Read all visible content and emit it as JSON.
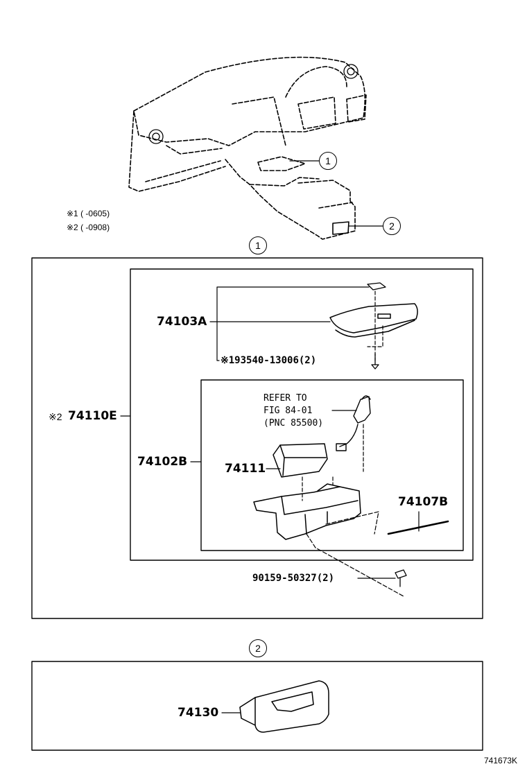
{
  "overview": {
    "callout_1": "1",
    "callout_2": "2",
    "note_1": "※1 (    -0605)",
    "note_2": "※2 (    -0908)"
  },
  "section_1": {
    "header": "1",
    "part_74110E": "74110E",
    "part_74110E_mark": "※2",
    "part_74103A": "74103A",
    "part_93540": "※193540-13006(2)",
    "part_74102B": "74102B",
    "part_74111": "74111",
    "part_74107B": "74107B",
    "part_90159": "90159-50327(2)",
    "refer_line_1": "REFER TO",
    "refer_line_2": "FIG 84-01",
    "refer_line_3": "(PNC 85500)"
  },
  "section_2": {
    "header": "2",
    "part_74130": "74130"
  },
  "figure_code": "741673K"
}
